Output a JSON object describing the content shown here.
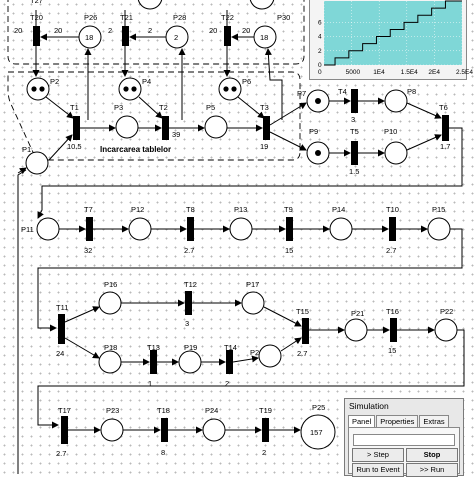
{
  "places": {
    "p1": "P1",
    "p2": "P2",
    "p3": "P3",
    "p4": "P4",
    "p5": "P5",
    "p6": "P6",
    "p7": "P7",
    "p8": "P8",
    "p9": "P9",
    "p10": "P10",
    "p11": "P11",
    "p12": "P12",
    "p13": "P13",
    "p14": "P14",
    "p15": "P15",
    "p16": "P16",
    "p17": "P17",
    "p18": "P18",
    "p19": "P19",
    "p20": "P20",
    "p21": "P21",
    "p22": "P22",
    "p23": "P23",
    "p24": "P24",
    "p25": "P25",
    "p26": "P26",
    "p28": "P28",
    "p30": "P30",
    "p26_val": "18",
    "p28_val": "2",
    "p30_val": "18",
    "p25_val": "157"
  },
  "transitions": {
    "t1": "T1",
    "t2": "T2",
    "t3": "T3",
    "t4": "T4",
    "t5": "T5",
    "t6": "T6",
    "t7": "T7",
    "t8": "T8",
    "t9": "T9",
    "t10": "T10",
    "t11": "T11",
    "t12": "T12",
    "t13": "T13",
    "t14": "T14",
    "t15": "T15",
    "t16": "T16",
    "t17": "T17",
    "t18": "T18",
    "t19": "T19",
    "t20": "T20",
    "t21": "T21",
    "t22": "T22"
  },
  "delays": {
    "t1": "10.5",
    "t2": "39",
    "t3": "19",
    "t4": "3",
    "t5": "1.5",
    "t6": "1.7",
    "t7": "32",
    "t8": "2.7",
    "t9": "15",
    "t10": "2.7",
    "t11": "24",
    "t12": "3",
    "t13": "1",
    "t14": "2",
    "t15": "2.7",
    "t16": "15",
    "t17": "2.7",
    "t18": "8",
    "t19": "2"
  },
  "arc_weights": {
    "t20_in": "20",
    "t20_out": "20",
    "t21_in": "2",
    "t21_out": "2",
    "t22_in": "20",
    "t22_out": "20"
  },
  "group_label": "Incarcarea tablelor",
  "chart_data": {
    "type": "line",
    "x_ticks": [
      "0",
      "5000",
      "1E4",
      "1.5E4",
      "2E4",
      "2.5E4"
    ],
    "y_ticks": [
      "0",
      "2",
      "4",
      "6"
    ],
    "series": [
      {
        "x": [
          0,
          2000,
          4500,
          7000,
          9500,
          12000,
          14500,
          17000,
          19500,
          22000,
          25000
        ],
        "y": [
          0,
          1,
          2,
          3,
          4,
          5,
          6,
          7,
          8,
          9,
          9
        ]
      }
    ],
    "xlim": [
      0,
      25000
    ],
    "ylim": [
      0,
      9
    ],
    "grid": true,
    "colors": {
      "line": "#0000cc",
      "background": "#7fd7d7"
    }
  },
  "simulation": {
    "title": "Simulation",
    "tabs": [
      "Panel",
      "Properties",
      "Extras"
    ],
    "step": "> Step",
    "stop": "Stop",
    "run_event": "Run to Event",
    "run": ">> Run"
  }
}
